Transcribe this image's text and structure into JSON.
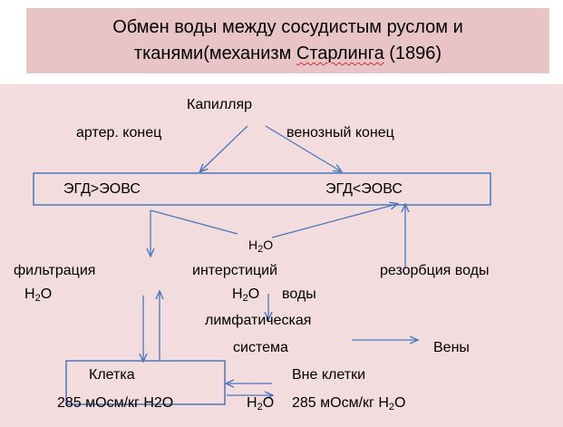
{
  "title": {
    "line1": "Обмен воды  между сосудистым руслом и",
    "line2_prefix": "тканями(механизм ",
    "line2_name": "Старлинга",
    "line2_suffix": " (1896)"
  },
  "labels": {
    "capillary": "Капилляр",
    "arterial_end": "артер. конец",
    "venous_end": "венозный конец",
    "egd_gt": "ЭГД>ЭОВС",
    "egd_lt": "ЭГД<ЭОВС",
    "water_center": "H",
    "filtration": "фильтрация",
    "interstitium": "интерстиций",
    "reabsorption": "резорбция воды",
    "water_left": "H",
    "water_mid": "H",
    "water_word": "воды",
    "lymphatic": "лимфатическая",
    "system": "система",
    "veins": "Вены",
    "cell": "Клетка",
    "outside_cell": "Вне клетки",
    "cell_osm": "285 мОсм/кг Н2О",
    "water_bottom": "H",
    "outside_osm": "285 мОсм/кг H",
    "sub_2": "2",
    "o_letter": "O"
  }
}
